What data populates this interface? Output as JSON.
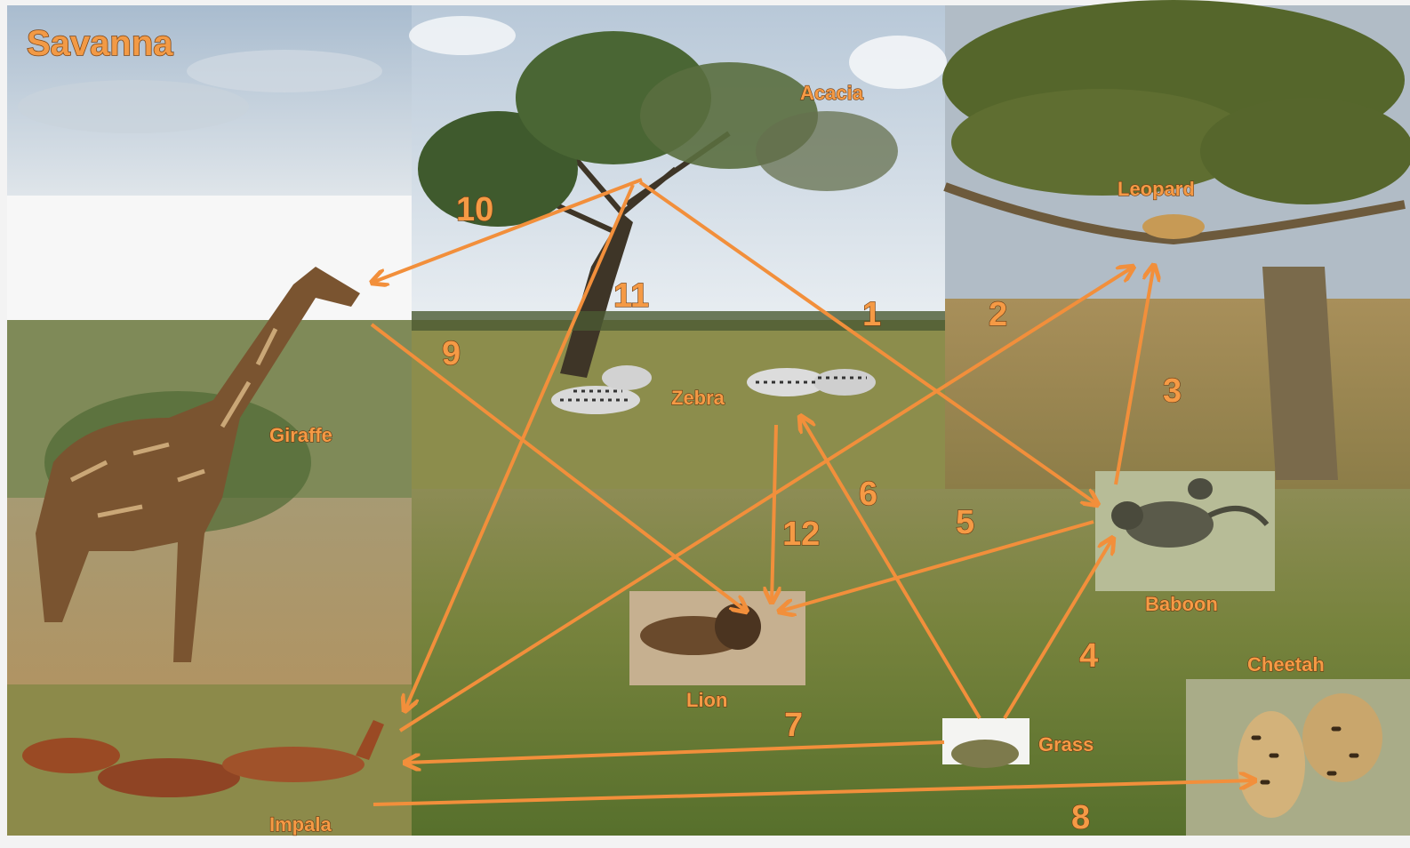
{
  "title": "Savanna",
  "organisms": {
    "acacia": "Acacia",
    "giraffe": "Giraffe",
    "zebra": "Zebra",
    "leopard": "Leopard",
    "baboon": "Baboon",
    "lion": "Lion",
    "grass": "Grass",
    "cheetah": "Cheetah",
    "impala": "Impala"
  },
  "links": [
    {
      "id": "1",
      "from": "Acacia",
      "to": "Baboon"
    },
    {
      "id": "2",
      "from": "Impala",
      "to": "Leopard"
    },
    {
      "id": "3",
      "from": "Baboon",
      "to": "Leopard"
    },
    {
      "id": "4",
      "from": "Grass",
      "to": "Baboon"
    },
    {
      "id": "5",
      "from": "Baboon",
      "to": "Lion"
    },
    {
      "id": "6",
      "from": "Grass",
      "to": "Zebra"
    },
    {
      "id": "7",
      "from": "Grass",
      "to": "Impala"
    },
    {
      "id": "8",
      "from": "Impala",
      "to": "Cheetah"
    },
    {
      "id": "9",
      "from": "Giraffe",
      "to": "Lion"
    },
    {
      "id": "10",
      "from": "Acacia",
      "to": "Giraffe"
    },
    {
      "id": "11",
      "from": "Acacia",
      "to": "Impala"
    },
    {
      "id": "12",
      "from": "Zebra",
      "to": "Lion"
    }
  ],
  "colors": {
    "arrow": "#f28f3b",
    "label": "#f59a45"
  }
}
